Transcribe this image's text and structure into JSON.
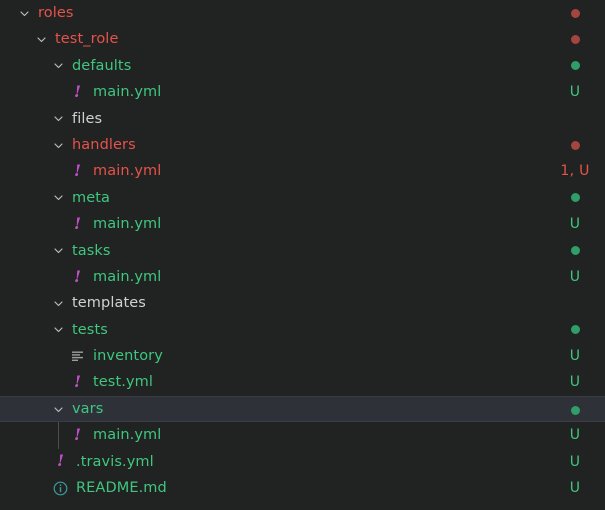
{
  "explorer": {
    "theme": {
      "background": "#212222",
      "selected_row_background": "#2f3139",
      "modified_color": "#e5534b",
      "untracked_color": "#3fc77f",
      "neutral_color": "#cfd2d2",
      "yml_icon_color": "#c050c8",
      "md_icon_color": "#3a9c9c",
      "indent_guide_color": "#4b4d4d"
    },
    "row_height": 26.4,
    "indent_step": 17,
    "rows": [
      {
        "label": "roles",
        "depth": 1,
        "kind": "folder",
        "expanded": true,
        "color": "c-red",
        "status": "dot-red",
        "status_text": "",
        "icon": "chevron-down-icon",
        "selected": false,
        "guide": false
      },
      {
        "label": "test_role",
        "depth": 2,
        "kind": "folder",
        "expanded": true,
        "color": "c-red",
        "status": "dot-red",
        "status_text": "",
        "icon": "chevron-down-icon",
        "selected": false,
        "guide": false
      },
      {
        "label": "defaults",
        "depth": 3,
        "kind": "folder",
        "expanded": true,
        "color": "c-green",
        "status": "dot-green",
        "status_text": "",
        "icon": "chevron-down-icon",
        "selected": false,
        "guide": false
      },
      {
        "label": "main.yml",
        "depth": 4,
        "kind": "file",
        "expanded": false,
        "color": "c-green",
        "status": "text",
        "status_text": "U",
        "icon": "yml-file-icon",
        "selected": false,
        "guide": false
      },
      {
        "label": "files",
        "depth": 3,
        "kind": "folder",
        "expanded": true,
        "color": "c-grey",
        "status": "none",
        "status_text": "",
        "icon": "chevron-down-icon",
        "selected": false,
        "guide": false
      },
      {
        "label": "handlers",
        "depth": 3,
        "kind": "folder",
        "expanded": true,
        "color": "c-red",
        "status": "dot-red",
        "status_text": "",
        "icon": "chevron-down-icon",
        "selected": false,
        "guide": false
      },
      {
        "label": "main.yml",
        "depth": 4,
        "kind": "file",
        "expanded": false,
        "color": "c-red",
        "status": "text-red",
        "status_text": "1, U",
        "icon": "yml-file-icon",
        "selected": false,
        "guide": false
      },
      {
        "label": "meta",
        "depth": 3,
        "kind": "folder",
        "expanded": true,
        "color": "c-green",
        "status": "dot-green",
        "status_text": "",
        "icon": "chevron-down-icon",
        "selected": false,
        "guide": false
      },
      {
        "label": "main.yml",
        "depth": 4,
        "kind": "file",
        "expanded": false,
        "color": "c-green",
        "status": "text",
        "status_text": "U",
        "icon": "yml-file-icon",
        "selected": false,
        "guide": false
      },
      {
        "label": "tasks",
        "depth": 3,
        "kind": "folder",
        "expanded": true,
        "color": "c-green",
        "status": "dot-green",
        "status_text": "",
        "icon": "chevron-down-icon",
        "selected": false,
        "guide": false
      },
      {
        "label": "main.yml",
        "depth": 4,
        "kind": "file",
        "expanded": false,
        "color": "c-green",
        "status": "text",
        "status_text": "U",
        "icon": "yml-file-icon",
        "selected": false,
        "guide": false
      },
      {
        "label": "templates",
        "depth": 3,
        "kind": "folder",
        "expanded": true,
        "color": "c-grey",
        "status": "none",
        "status_text": "",
        "icon": "chevron-down-icon",
        "selected": false,
        "guide": false
      },
      {
        "label": "tests",
        "depth": 3,
        "kind": "folder",
        "expanded": true,
        "color": "c-green",
        "status": "dot-green",
        "status_text": "",
        "icon": "chevron-down-icon",
        "selected": false,
        "guide": false
      },
      {
        "label": "inventory",
        "depth": 4,
        "kind": "file",
        "expanded": false,
        "color": "c-green",
        "status": "text",
        "status_text": "U",
        "icon": "ini-file-icon",
        "selected": false,
        "guide": false
      },
      {
        "label": "test.yml",
        "depth": 4,
        "kind": "file",
        "expanded": false,
        "color": "c-green",
        "status": "text",
        "status_text": "U",
        "icon": "yml-file-icon",
        "selected": false,
        "guide": false
      },
      {
        "label": "vars",
        "depth": 3,
        "kind": "folder",
        "expanded": true,
        "color": "c-green",
        "status": "dot-green",
        "status_text": "",
        "icon": "chevron-down-icon",
        "selected": true,
        "guide": false
      },
      {
        "label": "main.yml",
        "depth": 4,
        "kind": "file",
        "expanded": false,
        "color": "c-green",
        "status": "text",
        "status_text": "U",
        "icon": "yml-file-icon",
        "selected": false,
        "guide": true
      },
      {
        "label": ".travis.yml",
        "depth": 3,
        "kind": "file",
        "expanded": false,
        "color": "c-green",
        "status": "text",
        "status_text": "U",
        "icon": "yml-file-icon",
        "selected": false,
        "guide": false
      },
      {
        "label": "README.md",
        "depth": 3,
        "kind": "file",
        "expanded": false,
        "color": "c-green",
        "status": "text",
        "status_text": "U",
        "icon": "md-file-icon",
        "selected": false,
        "guide": false
      }
    ]
  }
}
